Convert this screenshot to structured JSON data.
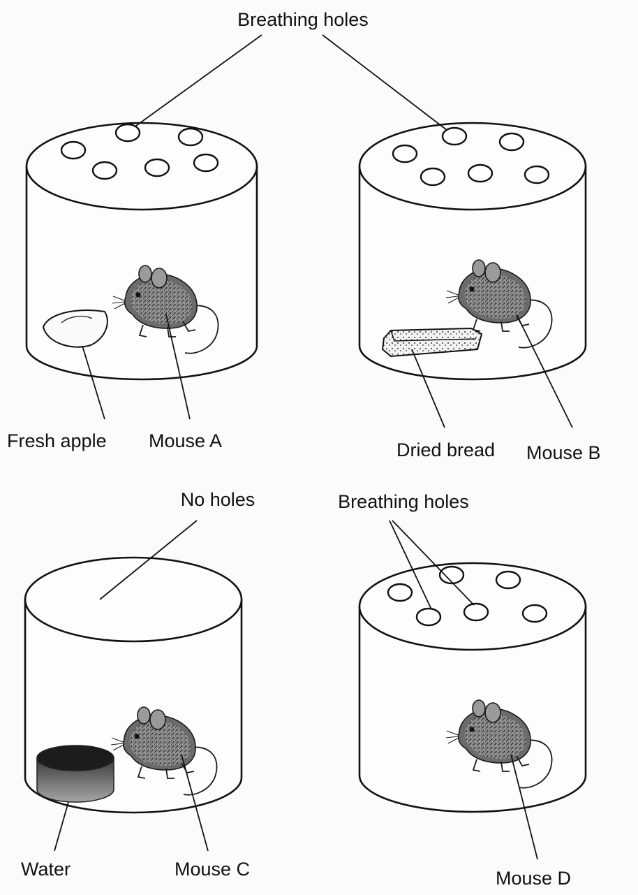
{
  "labels": {
    "top_breathing_holes": "Breathing holes",
    "fresh_apple": "Fresh apple",
    "mouse_a": "Mouse A",
    "dried_bread": "Dried bread",
    "mouse_b": "Mouse B",
    "no_holes": "No holes",
    "bottom_breathing_holes": "Breathing holes",
    "water": "Water",
    "mouse_c": "Mouse C",
    "mouse_d": "Mouse D"
  },
  "containers": [
    {
      "name": "container-a",
      "lid_holes": 6,
      "food": "apple",
      "mouse": "Mouse A"
    },
    {
      "name": "container-b",
      "lid_holes": 6,
      "food": "bread",
      "mouse": "Mouse B"
    },
    {
      "name": "container-c",
      "lid_holes": 0,
      "food": "water",
      "mouse": "Mouse C"
    },
    {
      "name": "container-d",
      "lid_holes": 6,
      "food": "none",
      "mouse": "Mouse D"
    }
  ],
  "colors": {
    "line": "#111111",
    "background": "#fbfbfa"
  }
}
